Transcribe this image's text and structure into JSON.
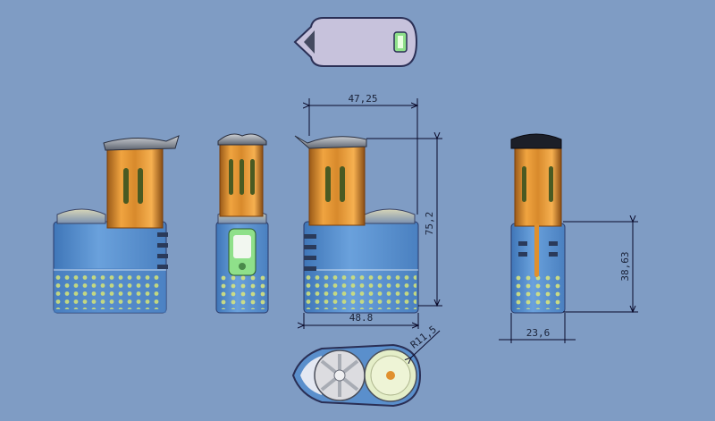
{
  "dimensions": {
    "top_width": "47,25",
    "height": "75,2",
    "base_width": "48.8",
    "radius": "R11,5",
    "side_height": "38,63",
    "side_width": "23,6"
  },
  "colors": {
    "background": "#7f9cc4",
    "body_blue": "#5a8fcc",
    "copper": "#e0902e",
    "green_button": "#8fe08a",
    "line": "#0a0a2a"
  },
  "views": [
    "top-view",
    "left-view",
    "narrow-side-view",
    "front-view",
    "right-view",
    "bottom-view"
  ]
}
